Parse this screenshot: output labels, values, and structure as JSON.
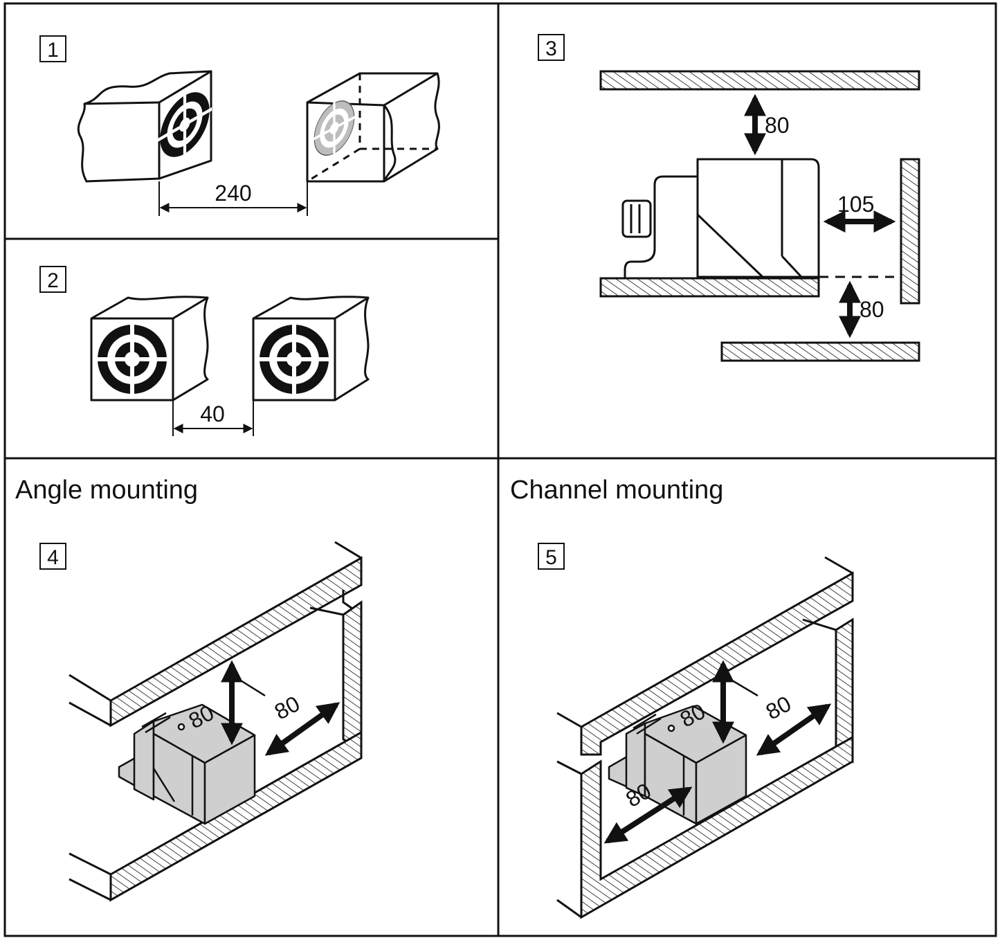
{
  "panels": [
    {
      "label": "1",
      "dimension": "240"
    },
    {
      "label": "2",
      "dimension": "40"
    },
    {
      "label": "3",
      "dimensions": {
        "top": "80",
        "side": "105",
        "bottom": "80"
      }
    },
    {
      "label": "4",
      "title": "Angle mounting",
      "dimensions": {
        "vertical": "80",
        "horizontal": "80"
      }
    },
    {
      "label": "5",
      "title": "Channel mounting",
      "dimensions": {
        "vertical": "80",
        "horizontal": "80",
        "front": "80"
      }
    }
  ],
  "colors": {
    "line": "#111111",
    "sensor_fill": "#cfcfcf",
    "background": "#ffffff"
  }
}
